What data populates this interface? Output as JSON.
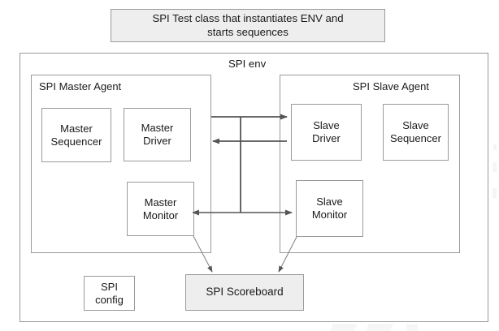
{
  "diagram": {
    "title_banner": {
      "text": "SPI Test class that instantiates ENV and\nstarts sequences",
      "fill": "#eeeeee",
      "stroke": "#9a9a9a"
    },
    "env": {
      "label": "SPI env",
      "stroke": "#9a9a9a"
    },
    "agents": [
      {
        "id": "master-agent",
        "label": "SPI Master Agent",
        "title_align": "left",
        "children": [
          {
            "id": "master-sequencer",
            "label": "Master\nSequencer"
          },
          {
            "id": "master-driver",
            "label": "Master\nDriver"
          },
          {
            "id": "master-monitor",
            "label": "Master\nMonitor"
          }
        ]
      },
      {
        "id": "slave-agent",
        "label": "SPI Slave Agent",
        "title_align": "right",
        "children": [
          {
            "id": "slave-driver",
            "label": "Slave\nDriver"
          },
          {
            "id": "slave-sequencer",
            "label": "Slave\nSequencer"
          },
          {
            "id": "slave-monitor",
            "label": "Slave\nMonitor"
          }
        ]
      }
    ],
    "components": [
      {
        "id": "spi-config",
        "label": "SPI\nconfig",
        "filled": false
      },
      {
        "id": "spi-scoreboard",
        "label": "SPI Scoreboard",
        "filled": true
      }
    ],
    "connections": [
      {
        "id": "master-driver-to-slave-driver",
        "direction": "right"
      },
      {
        "id": "slave-driver-to-master-driver",
        "direction": "left"
      },
      {
        "id": "monitor-bus-tap",
        "direction": "both"
      },
      {
        "id": "master-monitor-to-scoreboard",
        "direction": "down-right"
      },
      {
        "id": "slave-monitor-to-scoreboard",
        "direction": "down-left"
      }
    ],
    "colors": {
      "line": "#555555",
      "border": "#9a9a9a",
      "fill_gray": "#eeeeee",
      "text": "#1a1a1a",
      "background": "#ffffff"
    }
  }
}
